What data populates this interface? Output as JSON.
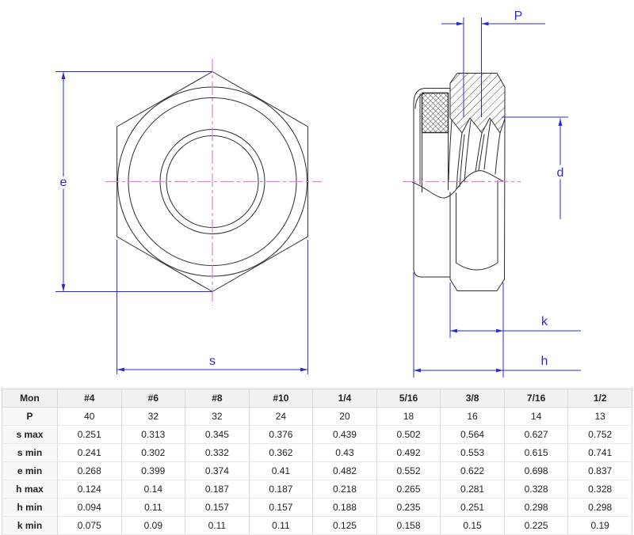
{
  "drawing": {
    "labels": {
      "e": "e",
      "s": "s",
      "p": "P",
      "d": "d",
      "k": "k",
      "h": "h"
    },
    "colors": {
      "dimension_blue": "#2a2ad8",
      "centerline_pink": "#ee7ad6",
      "outline_dark": "#2b2b2b"
    }
  },
  "table": {
    "columns": [
      "Mon",
      "#4",
      "#6",
      "#8",
      "#10",
      "1/4",
      "5/16",
      "3/8",
      "7/16",
      "1/2"
    ],
    "rows": [
      {
        "label": "P",
        "values": [
          "40",
          "32",
          "32",
          "24",
          "20",
          "18",
          "16",
          "14",
          "13"
        ]
      },
      {
        "label": "s max",
        "values": [
          "0.251",
          "0.313",
          "0.345",
          "0.376",
          "0.439",
          "0.502",
          "0.564",
          "0.627",
          "0.752"
        ]
      },
      {
        "label": "s min",
        "values": [
          "0.241",
          "0.302",
          "0.332",
          "0.362",
          "0.43",
          "0.492",
          "0.553",
          "0.615",
          "0.741"
        ]
      },
      {
        "label": "e min",
        "values": [
          "0.268",
          "0.399",
          "0.374",
          "0.41",
          "0.482",
          "0.552",
          "0.622",
          "0.698",
          "0.837"
        ]
      },
      {
        "label": "h max",
        "values": [
          "0.124",
          "0.14",
          "0.187",
          "0.187",
          "0.218",
          "0.265",
          "0.281",
          "0.328",
          "0.328"
        ]
      },
      {
        "label": "h min",
        "values": [
          "0.094",
          "0.11",
          "0.157",
          "0.157",
          "0.188",
          "0.235",
          "0.251",
          "0.298",
          "0.298"
        ]
      },
      {
        "label": "k min",
        "values": [
          "0.075",
          "0.09",
          "0.11",
          "0.11",
          "0.125",
          "0.158",
          "0.15",
          "0.225",
          "0.19"
        ]
      }
    ]
  }
}
